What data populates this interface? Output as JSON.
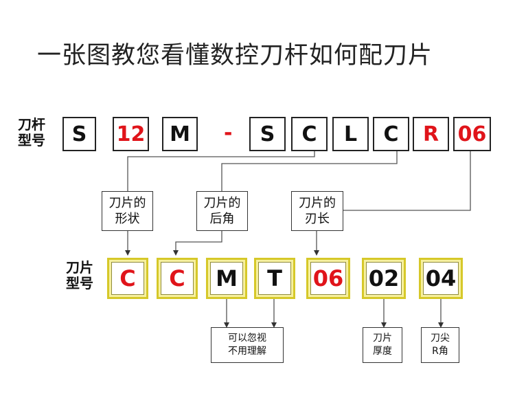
{
  "title": "一张图教您看懂数控刀杆如何配刀片",
  "toolholder_label": [
    "刀杆",
    "型号"
  ],
  "toolholder_code": [
    {
      "text": "S",
      "color": "black"
    },
    {
      "text": "12",
      "color": "red"
    },
    {
      "text": "M",
      "color": "black"
    },
    {
      "text": "-",
      "color": "red"
    },
    {
      "text": "S",
      "color": "black"
    },
    {
      "text": "C",
      "color": "black"
    },
    {
      "text": "L",
      "color": "black"
    },
    {
      "text": "C",
      "color": "black"
    },
    {
      "text": "R",
      "color": "red"
    },
    {
      "text": "06",
      "color": "red"
    }
  ],
  "mid_labels": [
    {
      "lines": [
        "刀片的",
        "形状"
      ]
    },
    {
      "lines": [
        "刀片的",
        "后角"
      ]
    },
    {
      "lines": [
        "刀片的",
        "刃长"
      ]
    }
  ],
  "insert_label": [
    "刀片",
    "型号"
  ],
  "insert_code": [
    {
      "text": "C",
      "color": "red"
    },
    {
      "text": "C",
      "color": "red"
    },
    {
      "text": "M",
      "color": "black"
    },
    {
      "text": "T",
      "color": "black"
    },
    {
      "text": "06",
      "color": "red"
    },
    {
      "text": "02",
      "color": "black"
    },
    {
      "text": "04",
      "color": "black"
    }
  ],
  "bottom_labels": [
    {
      "lines": [
        "可以忽视",
        "不用理解"
      ]
    },
    {
      "lines": [
        "刀片",
        "厚度"
      ]
    },
    {
      "lines": [
        "刀尖",
        "R角"
      ]
    }
  ],
  "colors": {
    "red": "#e0141a",
    "black": "#111111",
    "insert_border": "#d6c829",
    "insert_fill": "#f6f0a0"
  }
}
